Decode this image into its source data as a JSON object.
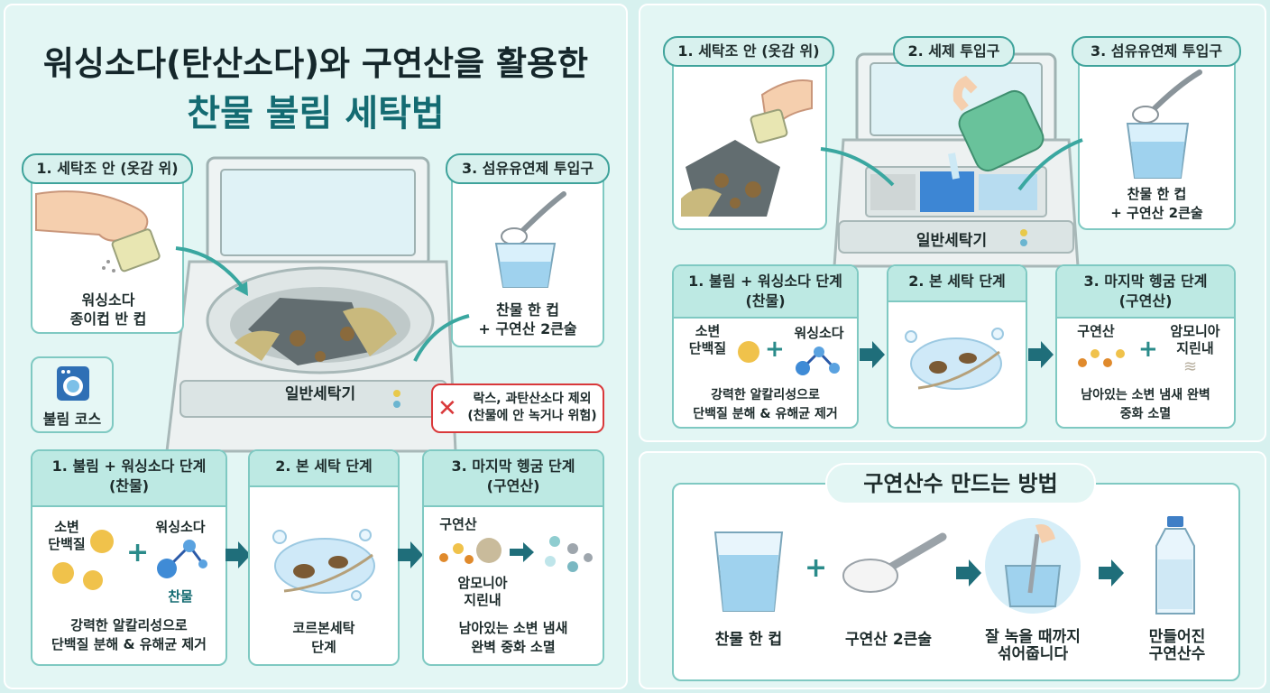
{
  "title": {
    "line1": "워싱소다(탄산소다)와 구연산을 활용한",
    "line2": "찬물 불림 세탁법"
  },
  "left": {
    "step_tag_1": "1. 세탁조 안 (옷감 위)",
    "step_tag_3": "3. 섬유유연제 투입구",
    "caption_1": [
      "워싱소다",
      "종이컵 반 컵"
    ],
    "caption_3": [
      "찬물 한 컵",
      "+ 구연산 2큰술"
    ],
    "machine_label": "일반세탁기",
    "course_label": "불림 코스",
    "warning": [
      "락스, 과탄산소다 제외",
      "(찬물에 안 녹거나 위험)"
    ],
    "stage1": {
      "title": [
        "1. 불림 + 워싱소다 단계",
        "(찬물)"
      ],
      "urine": [
        "소변",
        "단백질"
      ],
      "soda": "워싱소다",
      "cold": "찬물",
      "desc": [
        "강력한 알칼리성으로",
        "단백질 분해 & 유해균 제거"
      ]
    },
    "stage2": {
      "title": "2. 본 세탁 단계",
      "desc": [
        "코르본세탁",
        "단계"
      ]
    },
    "stage3": {
      "title": [
        "3. 마지막 헹굼 단계",
        "(구연산)"
      ],
      "acid": "구연산",
      "ammonia": [
        "암모니아",
        "지린내"
      ],
      "desc": [
        "남아있는 소변 냄새",
        "완벽 중화 소멸"
      ]
    }
  },
  "right": {
    "step_tag_1": "1. 세탁조 안 (옷감 위)",
    "step_tag_2": "2. 세제 투입구",
    "step_tag_3": "3. 섬유유연제 투입구",
    "caption_3": [
      "찬물 한 컵",
      "+ 구연산 2큰술"
    ],
    "machine_label": "일반세탁기",
    "stage1": {
      "title": [
        "1. 불림 + 워싱소다 단계",
        "(찬물)"
      ],
      "urine": [
        "소변",
        "단백질"
      ],
      "soda": "워싱소다",
      "desc": [
        "강력한 알칼리성으로",
        "단백질 분해 & 유해균 제거"
      ]
    },
    "stage2": {
      "title": "2. 본 세탁 단계"
    },
    "stage3": {
      "title": [
        "3. 마지막 헹굼 단계",
        "(구연산)"
      ],
      "acid": "구연산",
      "ammonia": [
        "암모니아",
        "지린내"
      ],
      "desc": [
        "남아있는 소변 냄새 완벽",
        "중화 소멸"
      ]
    },
    "recipe": {
      "title": "구연산수 만드는 방법",
      "items": [
        "찬물 한 컵",
        "구연산 2큰술",
        "잘 녹을 때까지 섞어줍니다",
        "만들어진 구연산수"
      ],
      "items_lines": [
        [
          "찬물 한 컵"
        ],
        [
          "구연산 2큰술"
        ],
        [
          "잘 녹을 때까지",
          "섞어줍니다"
        ],
        [
          "만들어진",
          "구연산수"
        ]
      ]
    }
  },
  "colors": {
    "accent": "#146b72",
    "teal": "#2a8b8a",
    "warn": "#d9383a",
    "bg": "#d7f1ef"
  }
}
